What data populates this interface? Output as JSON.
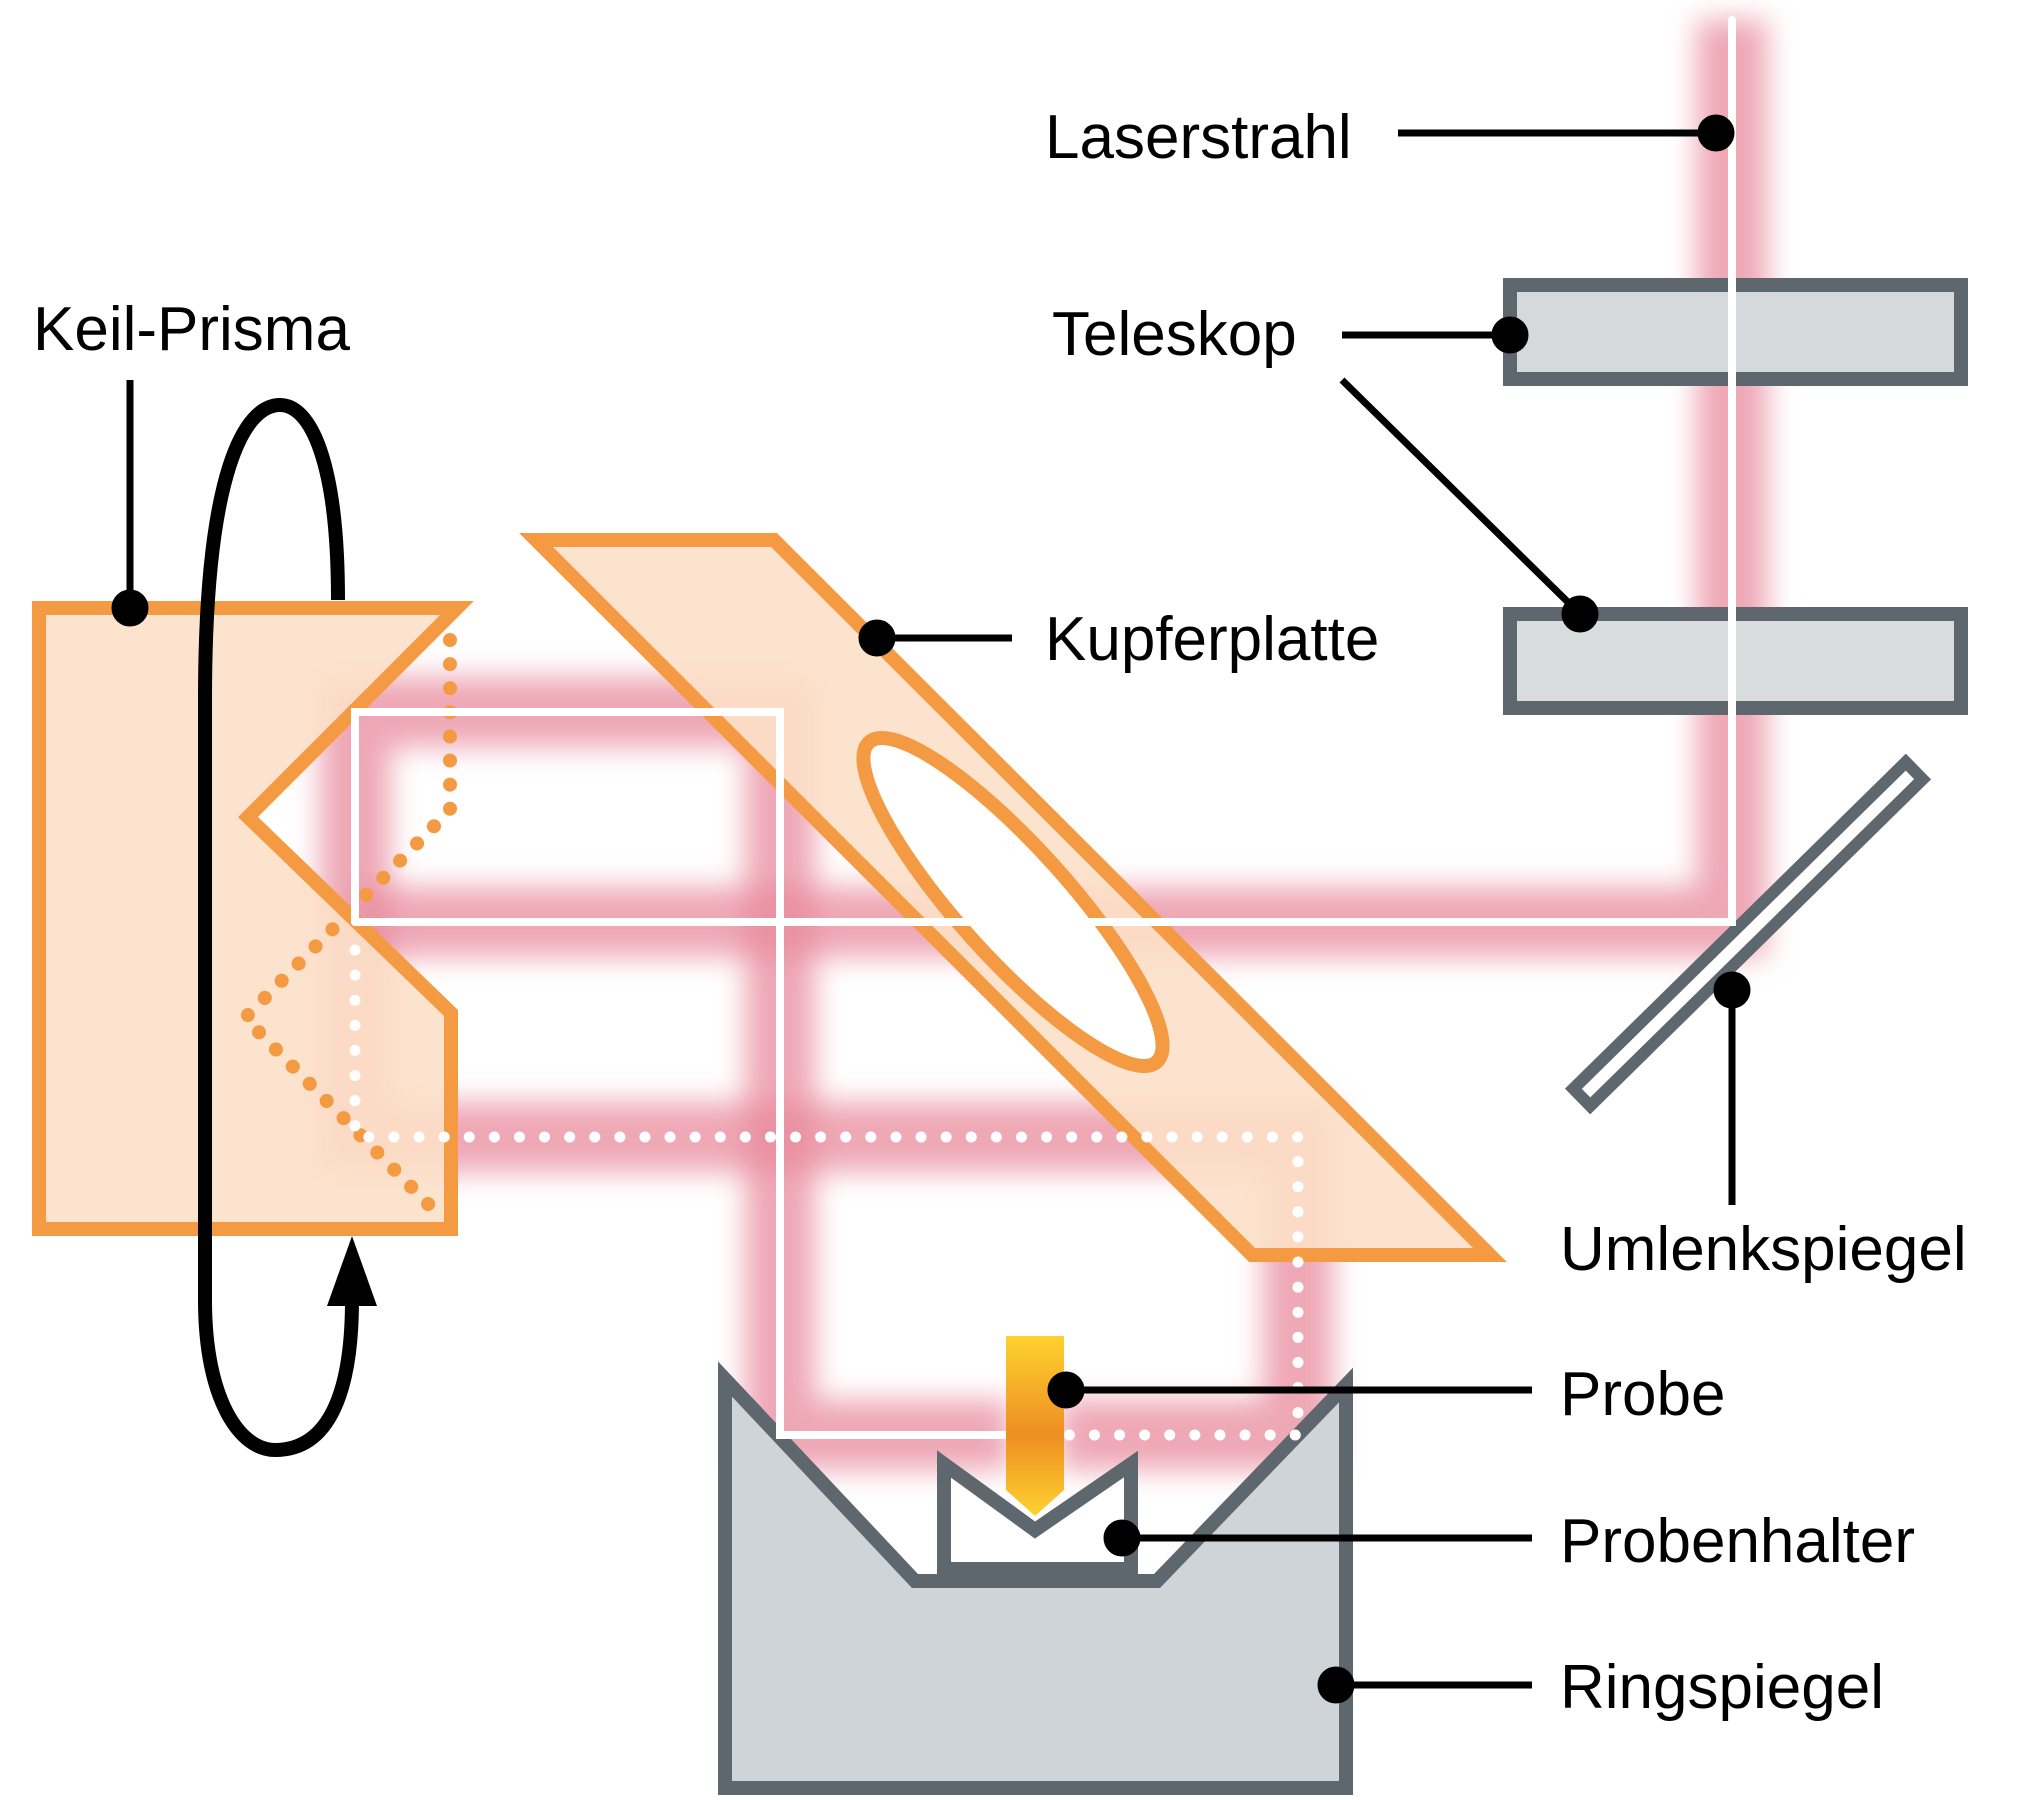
{
  "diagram": {
    "type": "optical setup schematic",
    "labels": {
      "laser_beam": "Laserstrahl",
      "telescope": "Teleskop",
      "copper_plate": "Kupferplatte",
      "wedge_prism": "Keil-Prisma",
      "deflection_mirror": "Umlenkspiegel",
      "sample": "Probe",
      "sample_holder": "Probenhalter",
      "ring_mirror": "Ringspiegel"
    },
    "colors": {
      "prism_fill": "#FCE0C8",
      "prism_stroke": "#F39A42",
      "laser_glow": "#E88A9C",
      "laser_core": "#FFFFFF",
      "mirror_stroke": "#5E676E",
      "mirror_fill": "#CFD4D8",
      "lens_fill": "#D5D9DB",
      "sample_top": "#FDD22E",
      "sample_mid": "#EE8E22",
      "leader": "#000000"
    }
  }
}
